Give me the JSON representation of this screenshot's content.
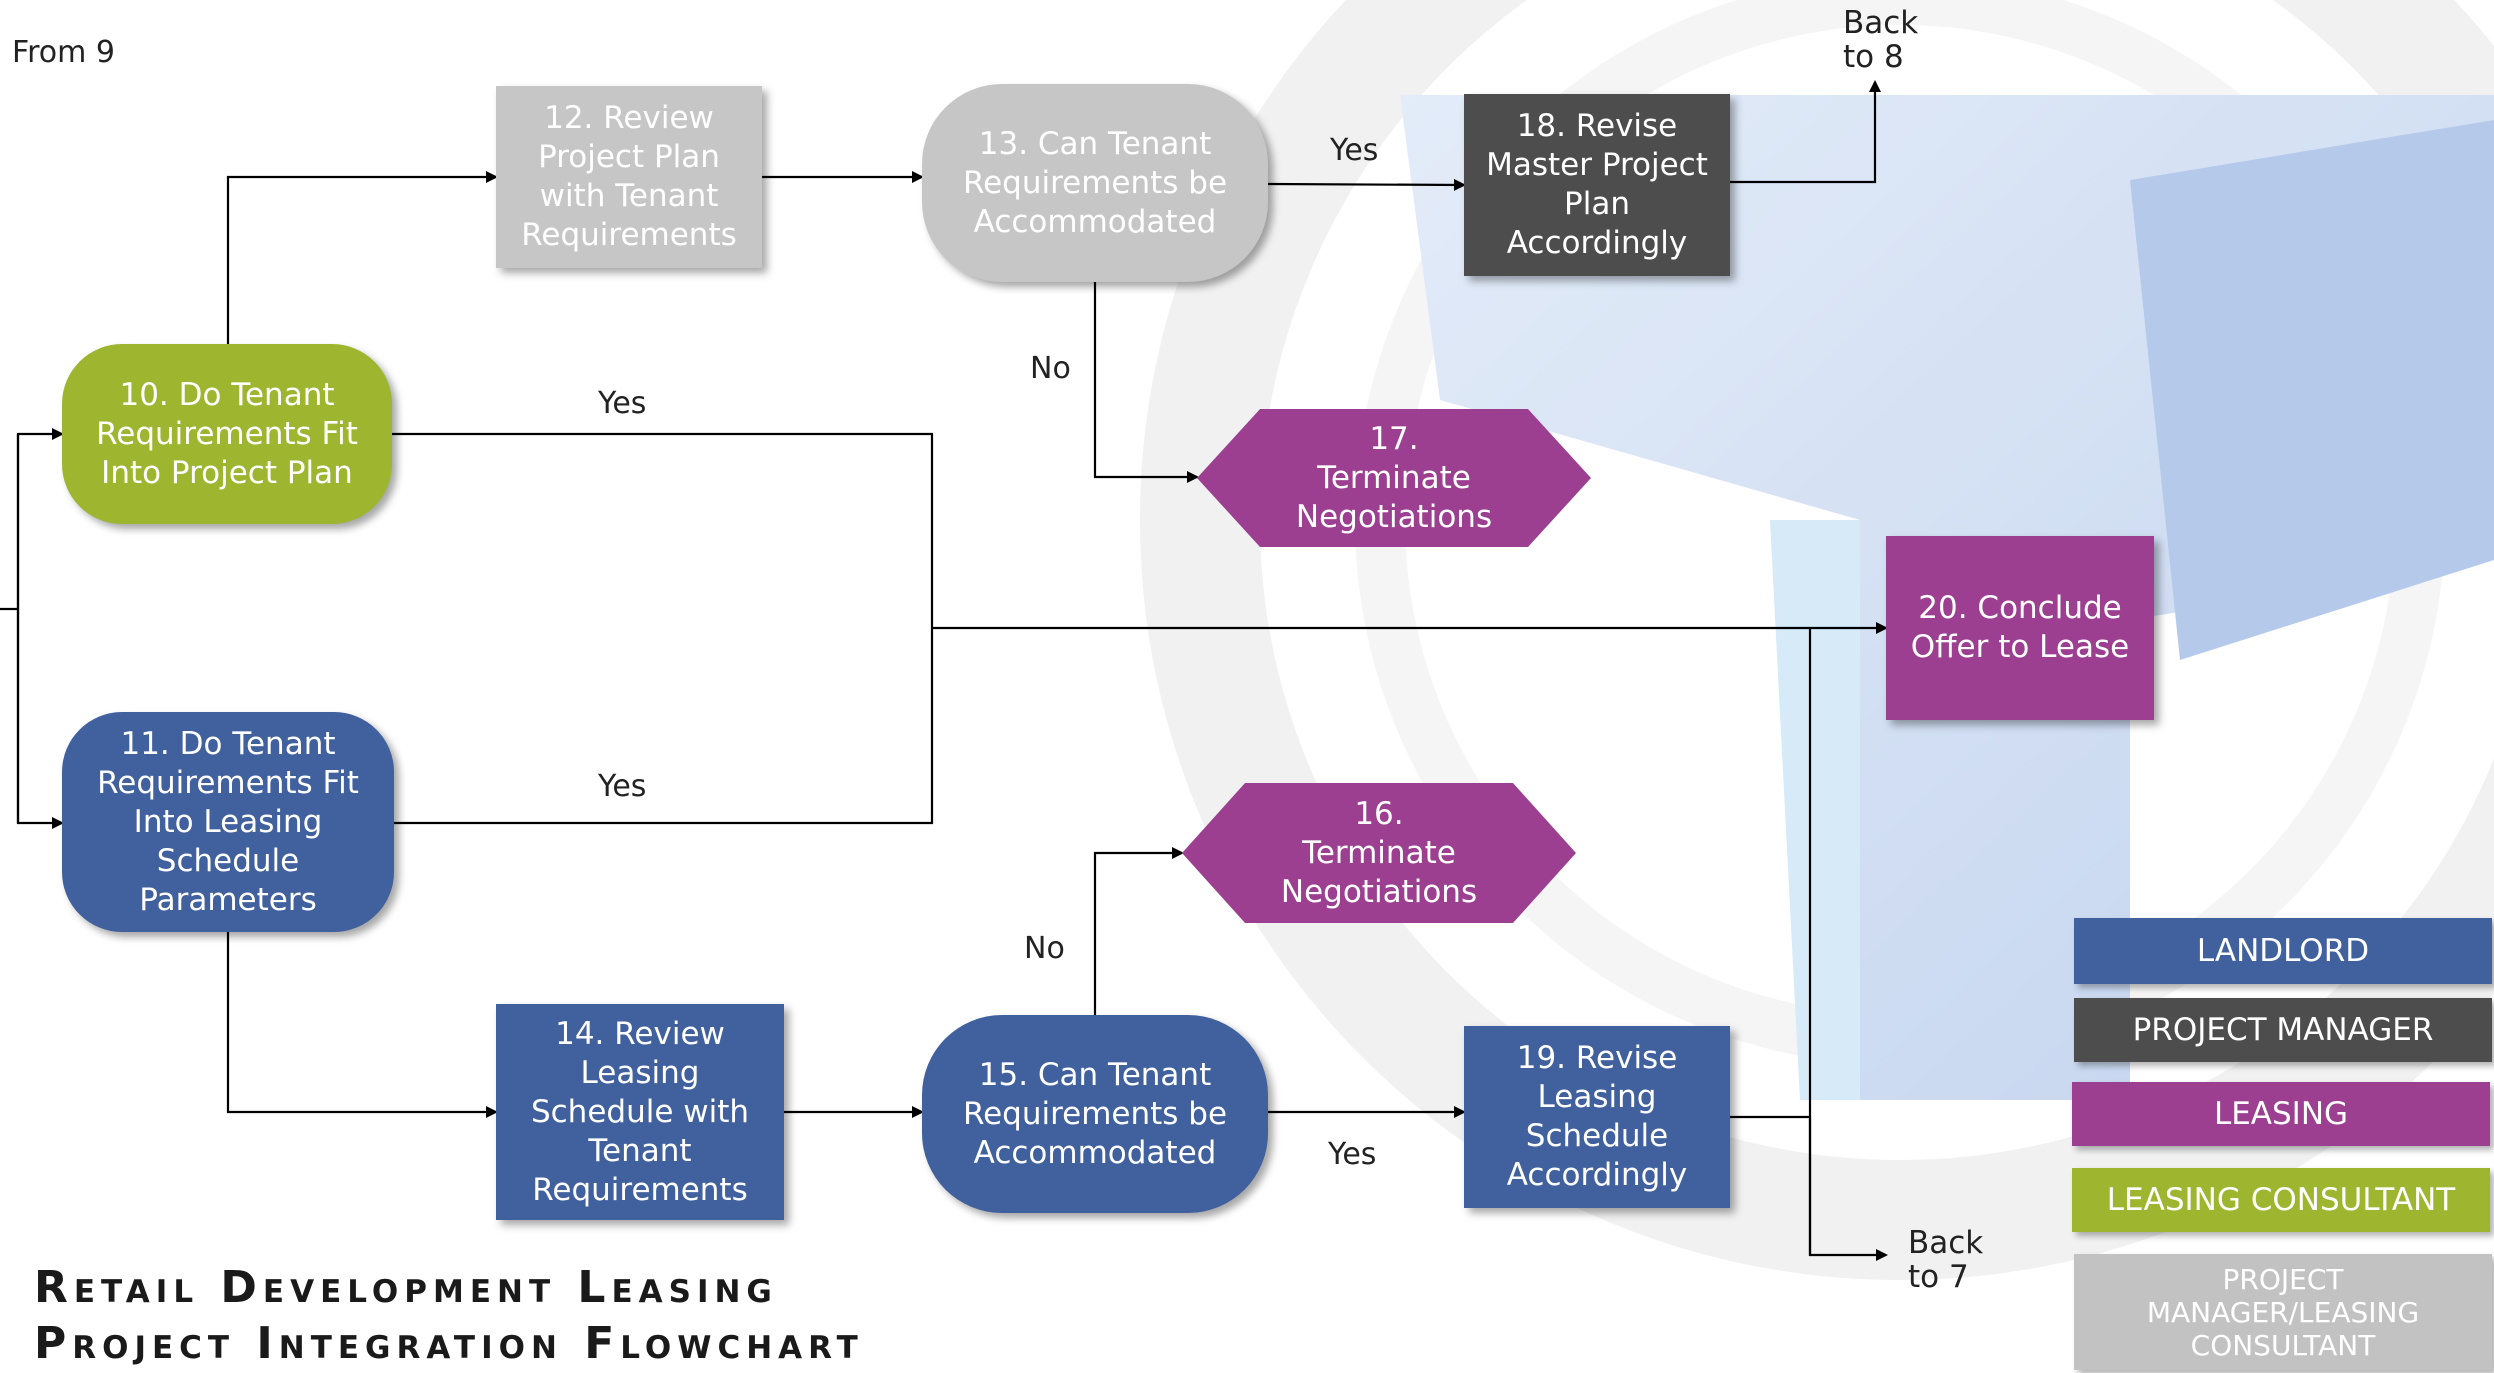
{
  "colors": {
    "landlord": "#41609e",
    "project_manager": "#4d4d4d",
    "leasing": "#9d3f91",
    "leasing_consultant": "#9db52f",
    "pm_leasing_consultant": "#c2c2c2"
  },
  "edge_labels": {
    "from9": "From 9",
    "back8": "Back\nto 8",
    "back7": "Back\nto 7",
    "yes_13_18": "Yes",
    "yes_10": "Yes",
    "yes_11": "Yes",
    "no_13": "No",
    "no_15": "No",
    "yes_15_19": "Yes"
  },
  "nodes": {
    "n10": "10. Do Tenant\nRequirements Fit\nInto Project Plan",
    "n11": "11. Do Tenant\nRequirements Fit\nInto Leasing\nSchedule\nParameters",
    "n12": "12. Review\nProject Plan\nwith Tenant\nRequirements",
    "n13": "13. Can Tenant\nRequirements be\nAccommodated",
    "n14": "14. Review\nLeasing\nSchedule with\nTenant\nRequirements",
    "n15": "15. Can Tenant\nRequirements be\nAccommodated",
    "n16": "16.\nTerminate\nNegotiations",
    "n17": "17.\nTerminate\nNegotiations",
    "n18": "18. Revise\nMaster Project\nPlan\nAccordingly",
    "n19": "19. Revise\nLeasing\nSchedule\nAccordingly",
    "n20": "20. Conclude\nOffer to Lease"
  },
  "legend": {
    "landlord": "LANDLORD",
    "project_manager": "PROJECT MANAGER",
    "leasing": "LEASING",
    "leasing_consultant": "LEASING CONSULTANT",
    "pm_leasing_consultant": "PROJECT\nMANAGER/LEASING\nCONSULTANT"
  },
  "title": {
    "line1": "Retail Development Leasing",
    "line2": "Project Integration Flowchart"
  }
}
